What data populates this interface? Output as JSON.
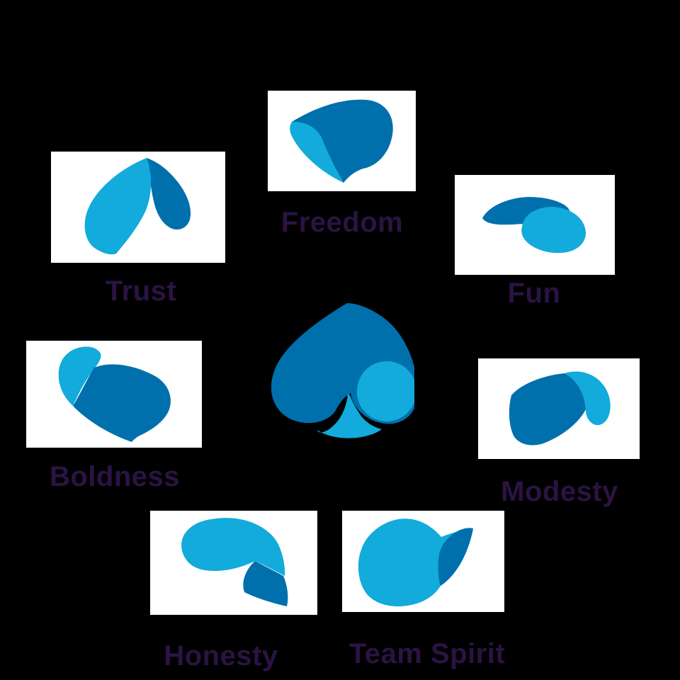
{
  "colors": {
    "background": "#000000",
    "card_bg": "#ffffff",
    "dark_blue": "#0070ad",
    "light_blue": "#12abdb",
    "label_text": "#2b1343"
  },
  "center": {
    "icon": "spade-logo"
  },
  "values": [
    {
      "id": "trust",
      "label": "Trust",
      "icon": "trust-blob-icon"
    },
    {
      "id": "freedom",
      "label": "Freedom",
      "icon": "freedom-blob-icon"
    },
    {
      "id": "fun",
      "label": "Fun",
      "icon": "fun-blob-icon"
    },
    {
      "id": "boldness",
      "label": "Boldness",
      "icon": "boldness-blob-icon"
    },
    {
      "id": "modesty",
      "label": "Modesty",
      "icon": "modesty-blob-icon"
    },
    {
      "id": "honesty",
      "label": "Honesty",
      "icon": "honesty-blob-icon"
    },
    {
      "id": "team_spirit",
      "label": "Team Spirit",
      "icon": "team-spirit-blob-icon"
    }
  ]
}
